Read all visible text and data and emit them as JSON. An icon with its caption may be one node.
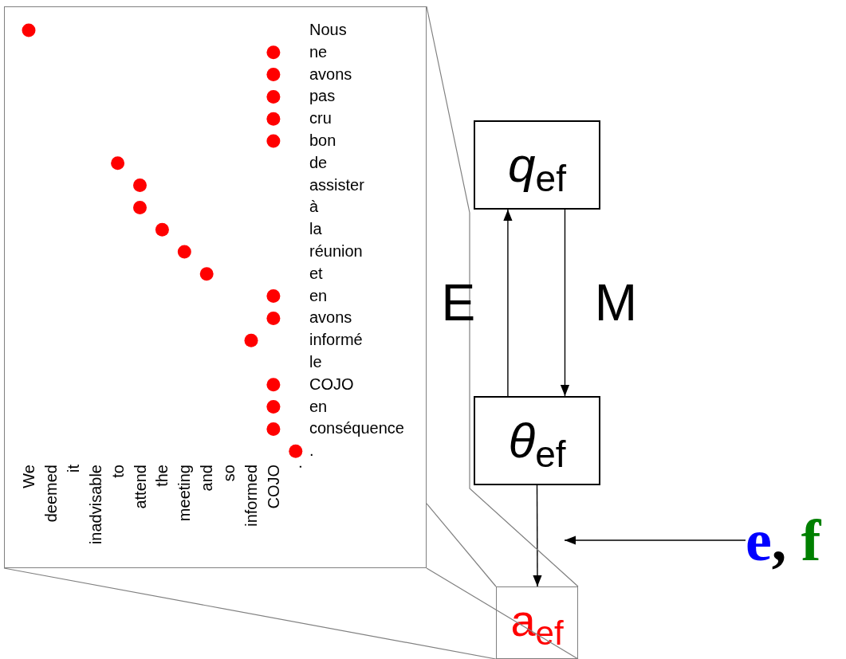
{
  "diagram": {
    "nodes": [
      {
        "text": [],
        "shape": "box"
      },
      {
        "text": [
          "*q*$_{ef}$"
        ]
      },
      {
        "text": [
          "*θ*$_{ef}$"
        ]
      },
      {
        "text": [
          "a$_{ef}$"
        ]
      },
      {
        "text": [
          "e, f"
        ]
      }
    ],
    "edges": [
      {
        "from": 2,
        "to": 1,
        "arrow": "to",
        "label": "E"
      },
      {
        "from": 1,
        "to": 2,
        "arrow": "to",
        "label": "M"
      },
      {
        "from": 2,
        "to": 3,
        "arrow": "to"
      },
      {
        "from": 4,
        "to": null,
        "arrow": "to"
      },
      {
        "from": 0,
        "to": 3,
        "arrow": "none",
        "color": "#808080"
      },
      {
        "from": 0,
        "to": 3,
        "arrow": "none",
        "color": "#808080"
      },
      {
        "from": 0,
        "to": 3,
        "arrow": "none",
        "color": "#808080"
      },
      {
        "from": 0,
        "to": 3,
        "arrow": "none",
        "color": "#808080"
      }
    ],
    "labels": [
      "Nous",
      "ne",
      "avons",
      "pas",
      "cru",
      "bon",
      "de",
      "assister",
      "à",
      "la",
      "réunion",
      "et",
      "en",
      "avons",
      "informé",
      "le",
      "COJO",
      "en",
      "conséquence",
      ".",
      "We",
      "deemed",
      "it",
      "inadvisable",
      "to",
      "attend",
      "the",
      "meeting",
      "and",
      "so",
      "informed",
      "COJO",
      "."
    ]
  }
}
